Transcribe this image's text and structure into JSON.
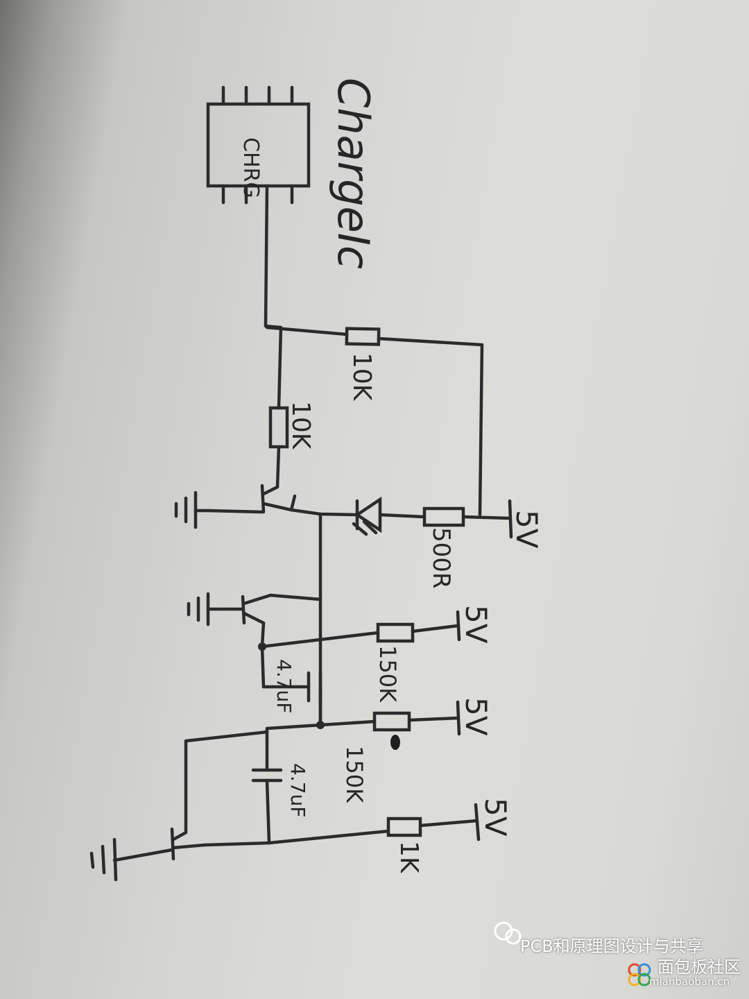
{
  "labels": {
    "chip_title": "ChargeIc",
    "chip_pin": "CHRG",
    "r_top": "10K",
    "r_base": "10K",
    "v_supply_led": "5V",
    "r_led": "500R",
    "v_supply_150a": "5V",
    "r_150a": "150K",
    "c_a": "4.7uF",
    "v_supply_150b": "5V",
    "r_150b": "150K",
    "c_b": "4.7uF",
    "v_supply_1k": "5V",
    "r_1k": "1K"
  },
  "watermark": {
    "line1": "PCB和原理图设计与共享",
    "line2": "面包板社区",
    "line3": "mianbaoban.cn"
  },
  "colors": {
    "ink": "#2b2b2b",
    "paper": "#d8d8d5"
  }
}
